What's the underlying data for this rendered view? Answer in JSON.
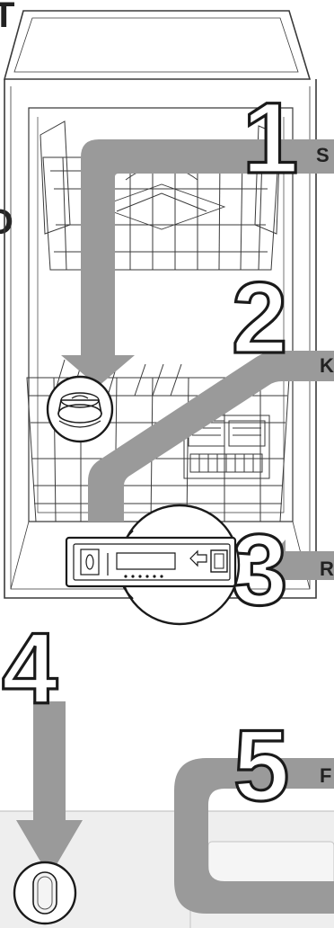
{
  "callouts": [
    {
      "number": "1",
      "label": "S"
    },
    {
      "number": "2",
      "label": "K"
    },
    {
      "number": "3",
      "label": "R"
    },
    {
      "number": "4",
      "label": ""
    },
    {
      "number": "5",
      "label": "F"
    }
  ],
  "edge_glyphs": {
    "top_left": "T",
    "mid_left": "D"
  },
  "colors": {
    "outline": "#3a3a3a",
    "callout_arrow": "#9a9a9a",
    "panel_fill": "#eeeeee",
    "number_fill": "#ffffff",
    "number_stroke": "#1a1a1a"
  },
  "icons": [
    "dishwasher-icon",
    "salt-cap-icon",
    "detergent-dispenser-icon",
    "power-button-icon"
  ]
}
